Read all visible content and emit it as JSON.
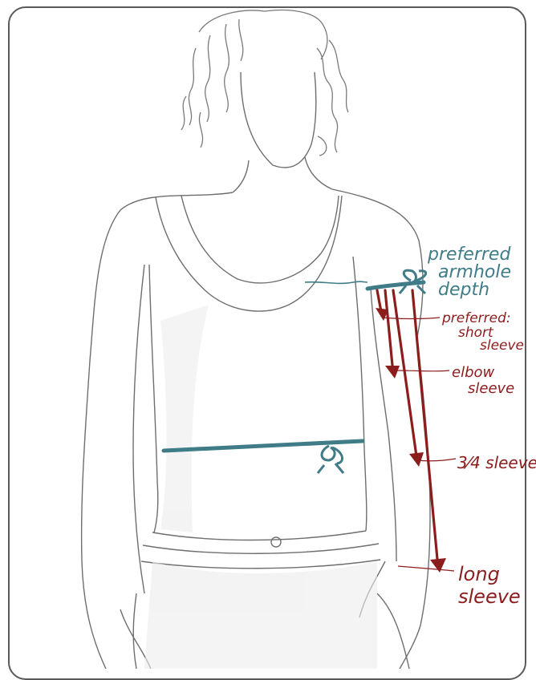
{
  "labels": {
    "armhole_line1": "preferred",
    "armhole_line2": "armhole",
    "armhole_line3": "depth",
    "short_line1": "preferred:",
    "short_line2": "short",
    "short_line3": "sleeve",
    "elbow_line1": "elbow",
    "elbow_line2": "sleeve",
    "three_quarter": "3⁄4 sleeve",
    "long_line1": "long",
    "long_line2": "sleeve"
  },
  "colors": {
    "teal": "#3f7c88",
    "dark_red": "#8c1d1d",
    "outline": "#6e6e6e",
    "shade": "#e3e3e3"
  }
}
